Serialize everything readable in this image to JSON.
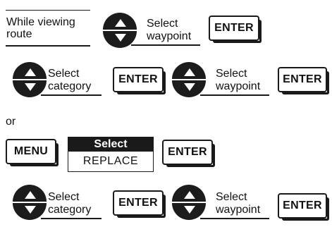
{
  "row1": {
    "context": {
      "line1": "While viewing",
      "line2": "route"
    },
    "step": {
      "line1": "Select",
      "line2": "waypoint"
    },
    "button": "ENTER"
  },
  "row2": {
    "step_a": {
      "line1": "Select",
      "line2": "category"
    },
    "button_a": "ENTER",
    "step_b": {
      "line1": "Select",
      "line2": "waypoint"
    },
    "button_b": "ENTER"
  },
  "separator": "or",
  "row3": {
    "menu_button": "MENU",
    "select_box": {
      "header": "Select",
      "body": "REPLACE"
    },
    "button": "ENTER"
  },
  "row4": {
    "step_a": {
      "line1": "Select",
      "line2": "category"
    },
    "button_a": "ENTER",
    "step_b": {
      "line1": "Select",
      "line2": "waypoint"
    },
    "button_b": "ENTER"
  }
}
